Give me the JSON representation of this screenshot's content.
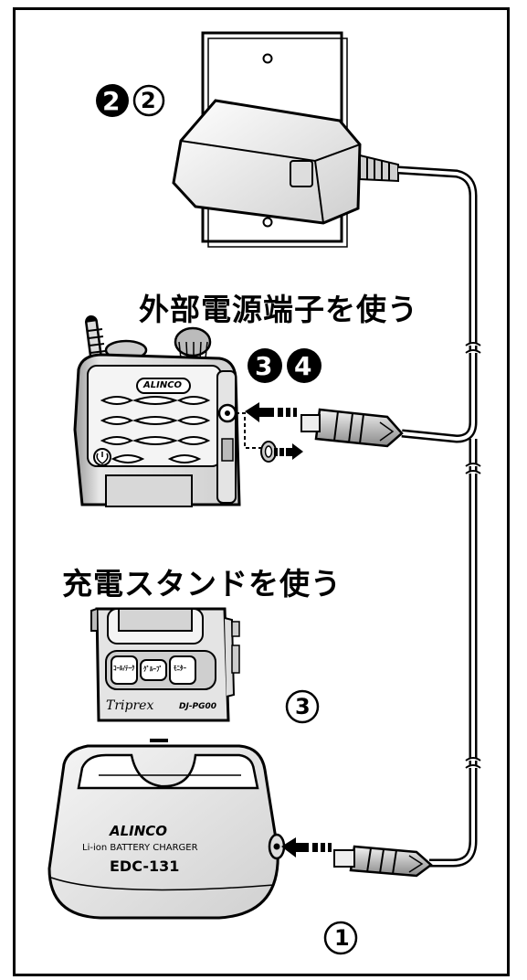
{
  "headings": {
    "external_power": "外部電源端子を使う",
    "charging_stand": "充電スタンドを使う"
  },
  "step_markers": {
    "adapter_filled": "2",
    "adapter_outlined": "2",
    "radio_step_a": "3",
    "radio_step_b": "4",
    "stand_step": "3",
    "cable_step": "1"
  },
  "radio_labels": {
    "brand": "ALINCO",
    "model_name": "Triprex",
    "model_number": "DJ-PG00",
    "key_1": "ｺｰﾙ/ﾃｰｸ",
    "key_2": "ｸﾞﾙｰﾌﾟ",
    "key_3": "ﾓﾆﾀｰ"
  },
  "charger_labels": {
    "brand": "ALINCO",
    "description": "Li-ion BATTERY CHARGER",
    "model": "EDC-131"
  },
  "colors": {
    "line": "#000000",
    "fill": "#ffffff",
    "shade_light": "#e6e6e6",
    "shade_mid": "#bdbdbd",
    "shade_dark": "#8a8a8a"
  }
}
